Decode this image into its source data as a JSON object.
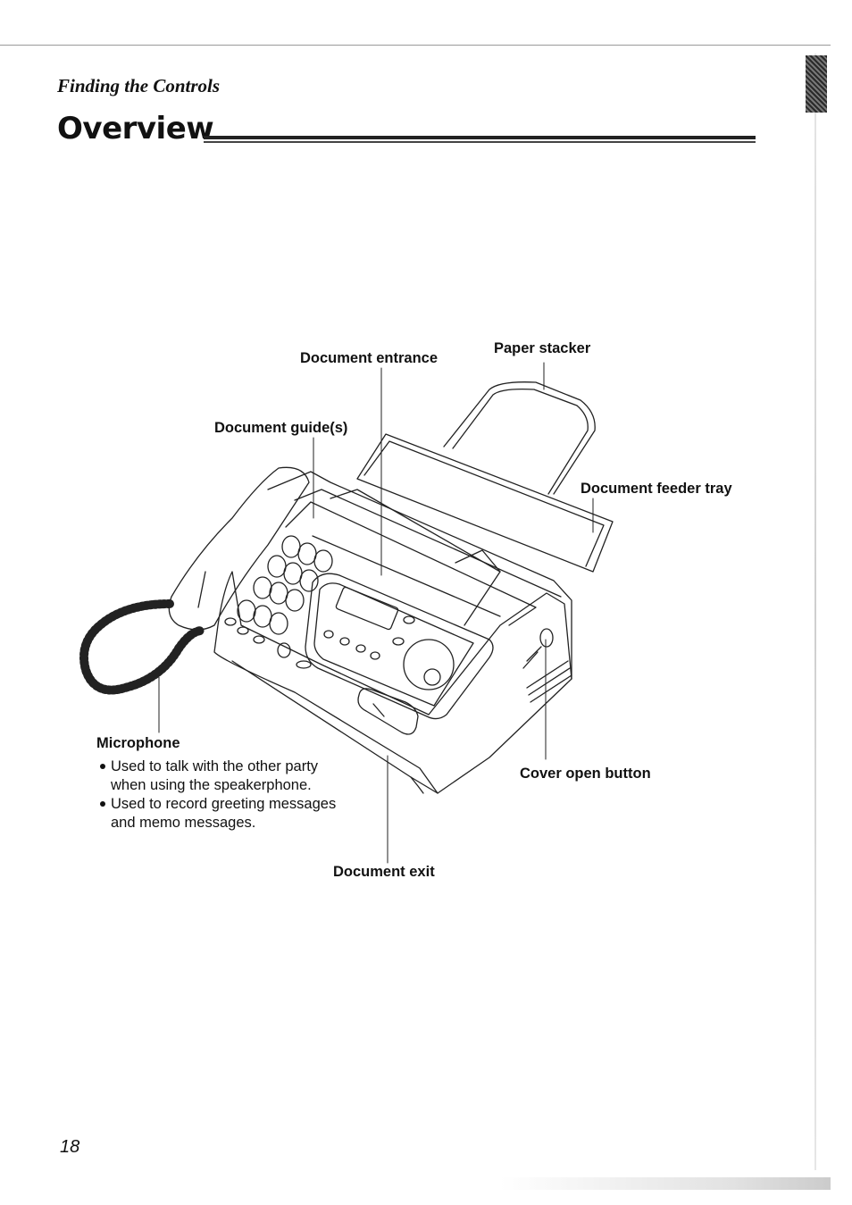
{
  "header": {
    "section": "Finding the Controls",
    "title": "Overview"
  },
  "callouts": {
    "document_entrance": "Document entrance",
    "paper_stacker": "Paper stacker",
    "document_guides": "Document guide(s)",
    "document_feeder_tray": "Document feeder tray",
    "microphone": "Microphone",
    "cover_open_button": "Cover open button",
    "document_exit": "Document exit"
  },
  "microphone_notes": [
    {
      "line1": "Used to talk with the other party",
      "line2": "when using the speakerphone."
    },
    {
      "line1": "Used to record greeting messages",
      "line2": "and memo messages."
    }
  ],
  "footer": {
    "page_number": "18"
  }
}
